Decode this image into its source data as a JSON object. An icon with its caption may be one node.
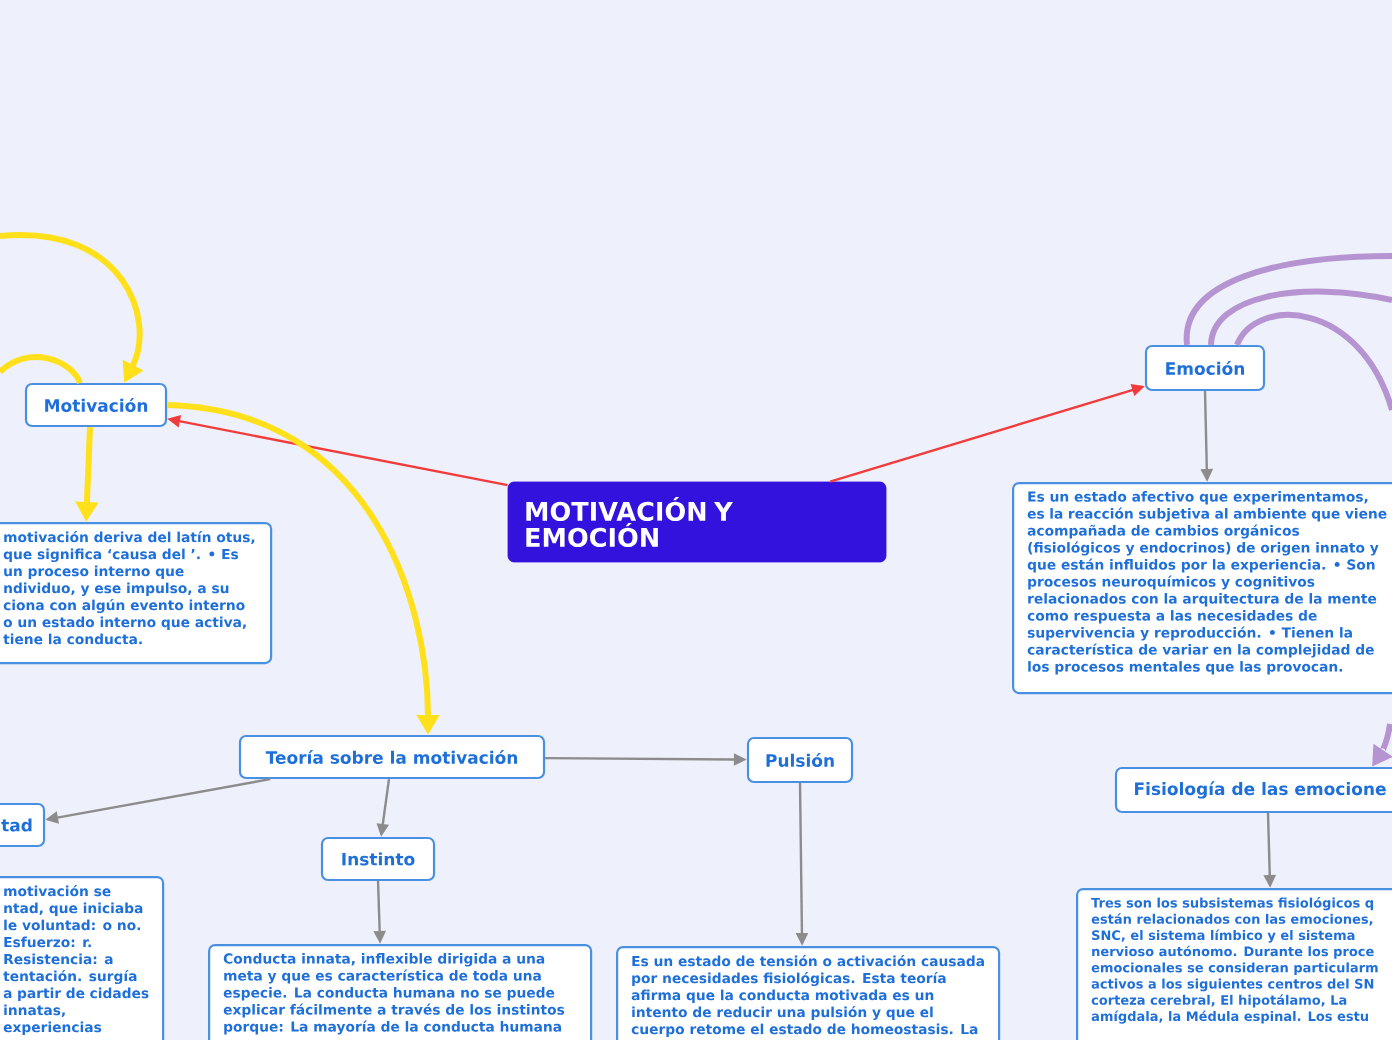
{
  "diagram": {
    "nodes": [
      {
        "text": [
          "MOTIVACIÓN Y EMOCIÓN"
        ]
      },
      {
        "text": [
          "Motivación"
        ]
      },
      {
        "text": [
          "motivación deriva del latín otus, que significa ‘causa del ’. • Es un proceso interno que ndividuo, y ese impulso, a su ciona con algún evento interno o un estado interno que activa, tiene la conducta."
        ]
      },
      {
        "text": [
          "Emoción"
        ]
      },
      {
        "text": [
          "Es un estado afectivo que experimentamos, es la reacción subjetiva al ambiente que viene acompañada de cambios orgánicos (fisiológicos y endocrinos) de origen innato y que están influidos por la experiencia. • Son procesos neuroquímicos y cognitivos relacionados con la arquitectura de la mente como respuesta a las necesidades de supervivencia y reproducción. • Tienen la característica de variar en la complejidad de los procesos mentales que las provocan."
        ]
      },
      {
        "text": [
          "Teoría sobre la motivación"
        ]
      },
      {
        "text": [
          "tad"
        ]
      },
      {
        "text": [
          "motivación se ntad, que iniciaba le voluntad: o no. Esfuerzo: r. Resistencia: a tentación. surgía a partir de cidades innatas, experiencias"
        ]
      },
      {
        "text": [
          "Instinto"
        ]
      },
      {
        "text": [
          "Conducta innata, inflexible dirigida a una meta y que es característica de toda una especie. La conducta humana no se puede explicar fácilmente a través de los instintos porque: La mayoría de la conducta humana"
        ]
      },
      {
        "text": [
          "Pulsión"
        ]
      },
      {
        "text": [
          "Es un estado de tensión o activación causada por necesidades fisiológicas. Esta teoría afirma que la conducta motivada es un intento de reducir una pulsión y que el cuerpo retome el estado de homeostasis. La"
        ]
      },
      {
        "text": [
          "Fisiología de las emocione"
        ]
      },
      {
        "text": [
          "Tres son los subsistemas fisiológicos q están relacionados con las emociones, SNC, el sistema límbico y el sistema nervioso autónomo. Durante los proce emocionales se consideran particularm activos a los siguientes centros del SN corteza cerebral, El hipotálamo, La amígdala, la Médula espinal. Los estu"
        ]
      }
    ],
    "edges": [
      {
        "from": 0,
        "to": 1,
        "arrow": "to",
        "color": "#f23b3b"
      },
      {
        "from": 0,
        "to": 3,
        "arrow": "to",
        "color": "#f23b3b"
      },
      {
        "from": 1,
        "to": 2,
        "arrow": "to",
        "style": "thick",
        "color": "#ffe01a"
      },
      {
        "from": null,
        "to": 1,
        "arrow": "to",
        "style": "thick",
        "color": "#ffe01a"
      },
      {
        "from": 1,
        "to": null,
        "arrow": "none",
        "style": "thick",
        "color": "#ffe01a"
      },
      {
        "from": 1,
        "to": 5,
        "arrow": "to",
        "style": "thick",
        "color": "#ffe01a"
      },
      {
        "from": 3,
        "to": 4,
        "arrow": "to"
      },
      {
        "from": 5,
        "to": 6,
        "arrow": "to"
      },
      {
        "from": 5,
        "to": 8,
        "arrow": "to"
      },
      {
        "from": 5,
        "to": 10,
        "arrow": "to"
      },
      {
        "from": 8,
        "to": 9,
        "arrow": "to"
      },
      {
        "from": 10,
        "to": 11,
        "arrow": "to"
      },
      {
        "from": 12,
        "to": 13,
        "arrow": "to"
      },
      {
        "from": 3,
        "to": null,
        "arrow": "none",
        "style": "thick",
        "color": "#b694d2"
      },
      {
        "from": 3,
        "to": null,
        "arrow": "none",
        "style": "thick",
        "color": "#b694d2"
      },
      {
        "from": 3,
        "to": null,
        "arrow": "none",
        "style": "thick",
        "color": "#b694d2"
      },
      {
        "from": null,
        "to": 12,
        "arrow": "to",
        "style": "thick",
        "color": "#b694d2"
      }
    ]
  }
}
